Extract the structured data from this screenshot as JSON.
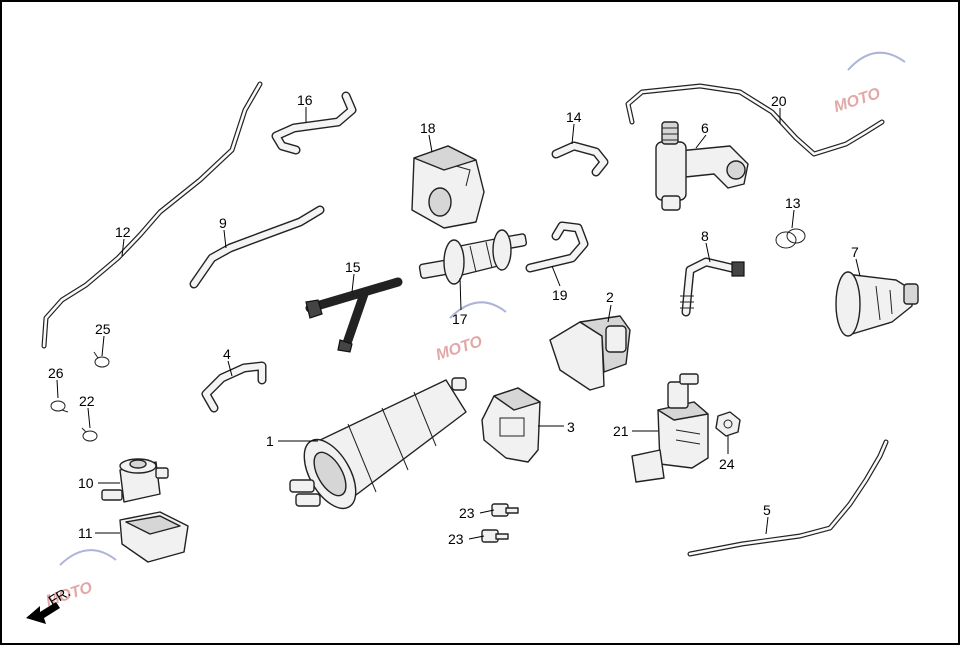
{
  "diagram": {
    "front_indicator": "FR.",
    "watermark_text": "MOTO",
    "callouts": {
      "c1": "1",
      "c2": "2",
      "c3": "3",
      "c4": "4",
      "c5": "5",
      "c6": "6",
      "c7": "7",
      "c8": "8",
      "c9": "9",
      "c10": "10",
      "c11": "11",
      "c12": "12",
      "c13": "13",
      "c14": "14",
      "c15": "15",
      "c16": "16",
      "c17": "17",
      "c18": "18",
      "c19": "19",
      "c20": "20",
      "c21": "21",
      "c22": "22",
      "c23a": "23",
      "c23b": "23",
      "c24": "24",
      "c25": "25",
      "c26": "26"
    }
  }
}
